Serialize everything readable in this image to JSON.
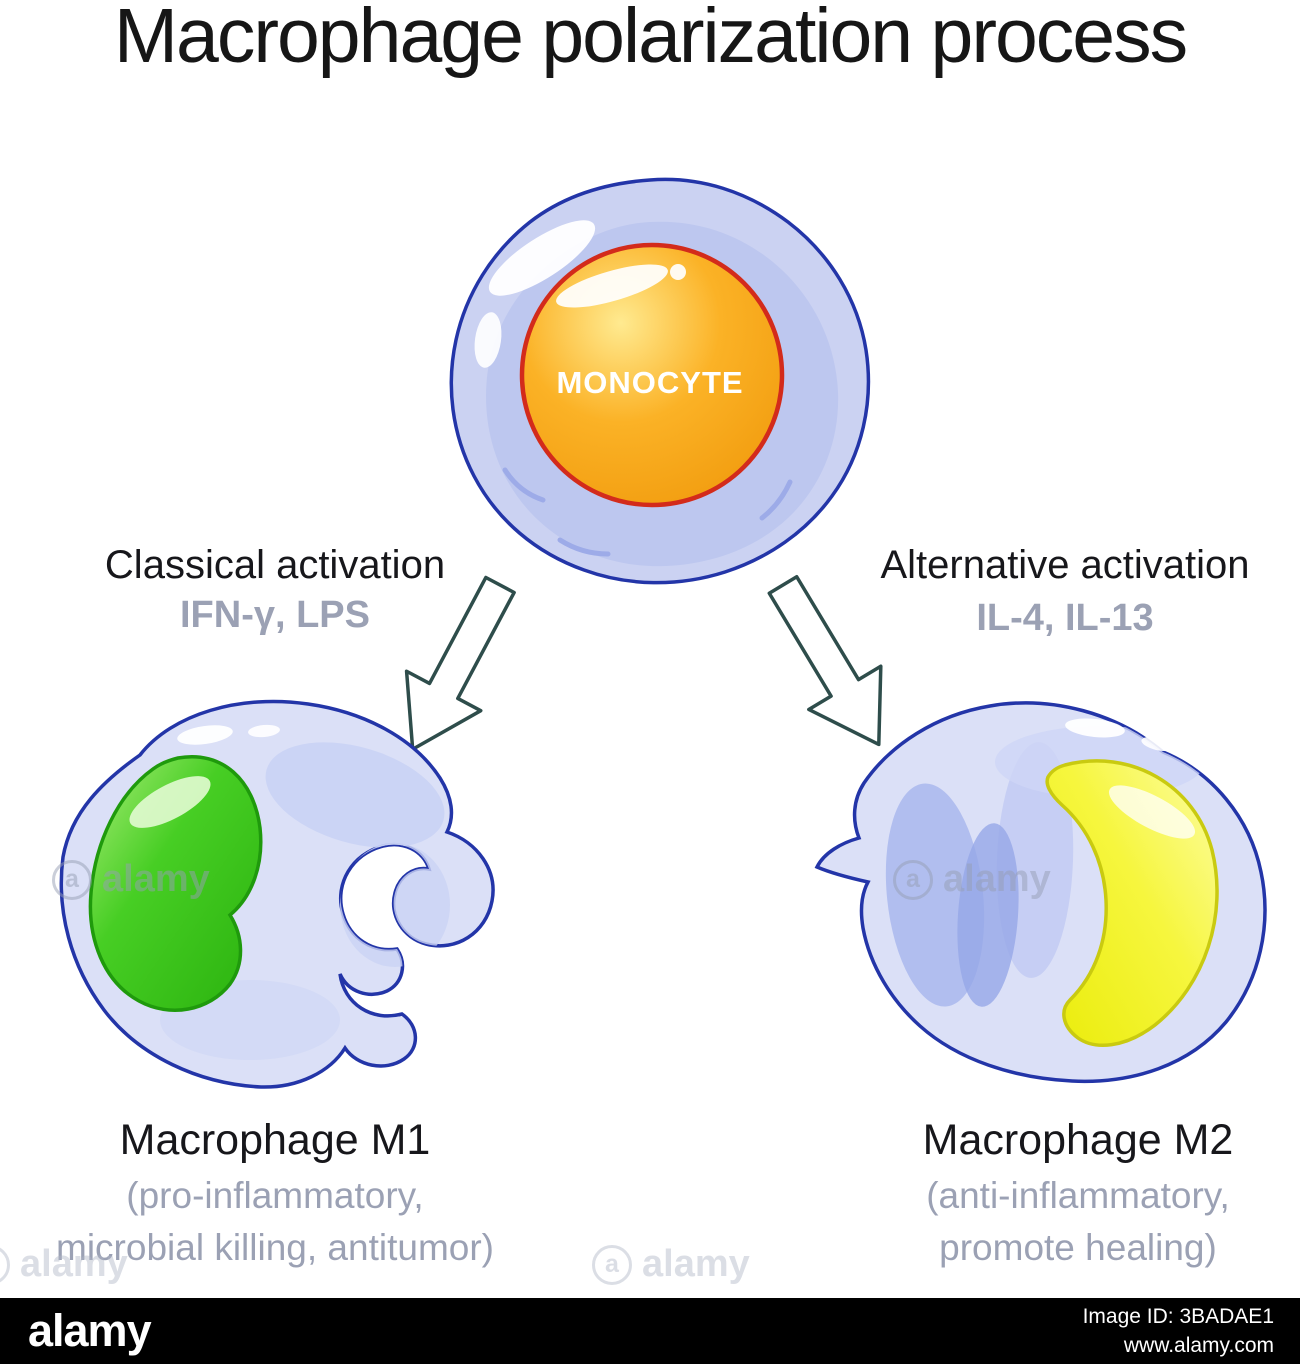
{
  "title": "Macrophage polarization process",
  "monocyte": {
    "label": "MONOCYTE"
  },
  "pathways": {
    "left": {
      "activation": "Classical activation",
      "factors": "IFN-γ, LPS",
      "result": "Macrophage M1",
      "description_line1": "(pro-inflammatory,",
      "description_line2": "microbial killing, antitumor)"
    },
    "right": {
      "activation": "Alternative activation",
      "factors": "IL-4, IL-13",
      "result": "Macrophage M2",
      "description_line1": "(anti-inflammatory,",
      "description_line2": "promote healing)"
    }
  },
  "watermark": {
    "text": "alamy",
    "icon_letter": "a"
  },
  "footer": {
    "logo": "alamy",
    "image_id": "Image ID: 3BADAE1",
    "website": "www.alamy.com"
  },
  "colors": {
    "monocyte_nucleus_orange": "#F9A91C",
    "m1_nucleus_green": "#3FC91F",
    "m2_nucleus_yellow": "#F3F320",
    "cell_body_lavender": "#DBE0F7",
    "cell_outline_blue": "#2335A8",
    "muted_text_gray": "#9BA1B4"
  }
}
